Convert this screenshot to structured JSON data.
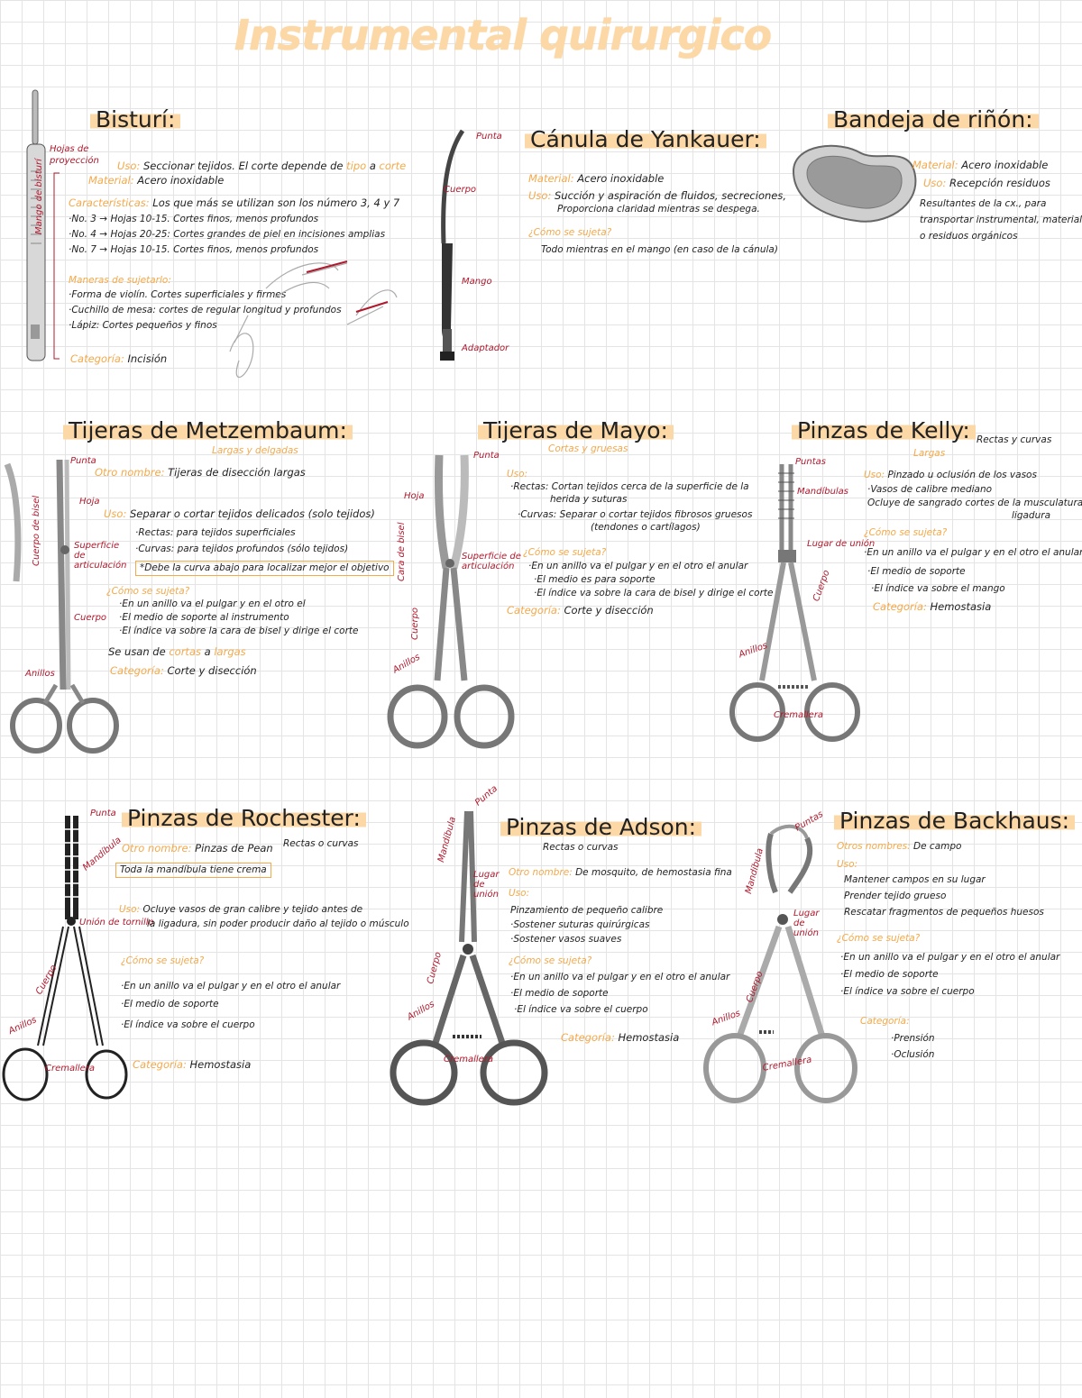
{
  "page_title": "Instrumental quirurgico",
  "colors": {
    "accent": "#fcd8a6",
    "accent_text": "#f4a94a",
    "label_red": "#b0182c",
    "ink": "#222222"
  },
  "bisturi": {
    "title": "Bisturí:",
    "labels": {
      "hojas": "Hojas de",
      "hojas2": "proyección",
      "mango": "Mango de bisturí"
    },
    "uso_label": "Uso:",
    "uso_text": "Seccionar tejidos. El corte depende de",
    "uso_tipo": "tipo",
    "uso_a": " a ",
    "uso_corte": "corte",
    "material_label": "Material:",
    "material_text": "Acero inoxidable",
    "caract_label": "Características:",
    "caract_text": "Los que más se utilizan son los número 3, 4 y 7",
    "bullets": [
      "·No. 3 → Hojas 10-15. Cortes finos, menos profundos",
      "·No. 4 → Hojas 20-25: Cortes grandes de piel en incisiones amplias",
      "·No. 7 → Hojas 10-15. Cortes finos, menos profundos"
    ],
    "sujeta_label": "Maneras de sujetarlo:",
    "sujeta": [
      "·Forma de violín. Cortes superficiales y firmes",
      "·Cuchillo de mesa: cortes de regular longitud y profundos",
      "·Lápiz: Cortes pequeños y finos"
    ],
    "cat_label": "Categoría:",
    "cat_value": "Incisión"
  },
  "yankauer": {
    "title": "Cánula de Yankauer:",
    "labels": {
      "punta": "Punta",
      "cuerpo": "Cuerpo",
      "mango": "Mango",
      "adaptador": "Adaptador"
    },
    "material_label": "Material:",
    "material_text": "Acero inoxidable",
    "uso_label": "Uso:",
    "uso_text": "Succión y aspiración de fluidos, secreciones,",
    "uso_text2": "Proporciona claridad mientras se despega.",
    "como_label": "¿Cómo se sujeta?",
    "como_text": "Todo mientras en el mango (en caso de la cánula)"
  },
  "rinon": {
    "title": "Bandeja de riñón:",
    "material_label": "Material:",
    "material_text": "Acero inoxidable",
    "uso_label": "Uso:",
    "uso_lines": [
      "Recepción residuos",
      "Resultantes de la cx., para",
      "transportar instrumental, material",
      "o residuos orgánicos"
    ]
  },
  "metzembaum": {
    "title": "Tijeras de Metzembaum:",
    "subtitle": "Largas y delgadas",
    "labels": {
      "punta": "Punta",
      "hoja": "Hoja",
      "cuerpo": "Cuerpo de bisel",
      "superficie": "Superficie de articulación",
      "cuerpo2": "Cuerpo",
      "anillos": "Anillos"
    },
    "otro_label": "Otro nombre:",
    "otro_text": "Tijeras de disección largas",
    "uso_label": "Uso:",
    "uso_text": "Separar o cortar tejidos delicados (solo tejidos)",
    "bullets": [
      "·Rectas: para tejidos superficiales",
      "·Curvas: para tejidos profundos (sólo tejidos)"
    ],
    "boxed": "*Debe la curva abajo para localizar mejor el objetivo",
    "como_label": "¿Cómo se sujeta?",
    "como": [
      "·En un anillo va el pulgar y en el otro el",
      "·El medio de soporte al instrumento",
      "·El índice va sobre la cara de bisel y dirige el corte"
    ],
    "extra_pre": "Se usan de ",
    "extra_a": "cortas",
    "extra_mid": " a ",
    "extra_b": "largas",
    "cat_label": "Categoría:",
    "cat_value": "Corte y disección"
  },
  "mayo": {
    "title": "Tijeras de Mayo:",
    "subtitle": "Cortas y gruesas",
    "labels": {
      "punta": "Punta",
      "hoja": "Hoja",
      "superficie": "Superficie de articulación",
      "cara": "Cara de bisel",
      "cuerpo": "Cuerpo",
      "anillos": "Anillos"
    },
    "uso_label": "Uso:",
    "uso": [
      "·Rectas: Cortan tejidos cerca de la superficie de la",
      "herida y suturas",
      "·Curvas: Separar o cortar tejidos fibrosos gruesos",
      "(tendones o cartílagos)"
    ],
    "como_label": "¿Cómo se sujeta?",
    "como": [
      "·En un anillo va el pulgar y en el otro el anular",
      "·El medio es para soporte",
      "·El índice va sobre la cara de bisel y dirige el corte"
    ],
    "cat_label": "Categoría:",
    "cat_value": "Corte y disección"
  },
  "kelly": {
    "title": "Pinzas de Kelly:",
    "side": "Rectas y curvas",
    "subtitle": "Largas",
    "labels": {
      "puntas": "Puntas",
      "mandibulas": "Mandíbulas",
      "lugar": "Lugar de unión",
      "cuerpo": "Cuerpo",
      "anillos": "Anillos",
      "cremallera": "Cremallera"
    },
    "uso_label": "Uso:",
    "uso": [
      "Pinzado u oclusión de los vasos",
      "·Vasos de calibre mediano",
      "Ocluye de sangrado cortes de la musculatura o",
      "ligadura"
    ],
    "como_label": "¿Cómo se sujeta?",
    "como": [
      "·En un anillo va el pulgar y en el otro el anular",
      "·El medio de soporte",
      "·El índice va sobre el mango"
    ],
    "cat_label": "Categoría:",
    "cat_value": "Hemostasia"
  },
  "rochester": {
    "title": "Pinzas de Rochester:",
    "side": "Rectas o curvas",
    "labels": {
      "punta": "Punta",
      "mandibula": "Mandíbula",
      "union": "Unión de tornillo",
      "cuerpo": "Cuerpo",
      "anillos": "Anillos",
      "cremallera": "Cremallera"
    },
    "otro_label": "Otro nombre:",
    "otro_text": "Pinzas de Pean",
    "boxed": "Toda la mandíbula tiene crema",
    "uso_label": "Uso:",
    "uso": [
      "Ocluye vasos de gran calibre y tejido antes de",
      "la ligadura, sin poder producir daño al tejido o músculo"
    ],
    "como_label": "¿Cómo se sujeta?",
    "como": [
      "·En un anillo va el pulgar y en el otro el anular",
      "·El medio de soporte",
      "·El índice va sobre el cuerpo"
    ],
    "cat_label": "Categoría:",
    "cat_value": "Hemostasia"
  },
  "adson": {
    "title": "Pinzas de Adson:",
    "side": "Rectas o curvas",
    "labels": {
      "punta": "Punta",
      "mandibula": "Mandíbula",
      "union": "Lugar de unión",
      "cuerpo": "Cuerpo",
      "anillos": "Anillos",
      "cremallera": "Cremallera"
    },
    "otro_label": "Otro nombre:",
    "otro_text": "De mosquito, de hemostasia fina",
    "uso_label": "Uso:",
    "uso": [
      "Pinzamiento de pequeño calibre",
      "·Sostener suturas quirúrgicas",
      "·Sostener vasos suaves"
    ],
    "como_label": "¿Cómo se sujeta?",
    "como": [
      "·En un anillo va el pulgar y en el otro el anular",
      "·El medio de soporte",
      "·El índice va sobre el cuerpo"
    ],
    "cat_label": "Categoría:",
    "cat_value": "Hemostasia"
  },
  "backhaus": {
    "title": "Pinzas de Backhaus:",
    "labels": {
      "puntas": "Puntas",
      "mandibula": "Mandíbula",
      "lugar": "Lugar de unión",
      "cuerpo": "Cuerpo",
      "anillos": "Anillos",
      "cremallera": "Cremallera"
    },
    "otro_label": "Otros nombres:",
    "otro_text": "De campo",
    "uso_label": "Uso:",
    "uso": [
      "Mantener campos en su lugar",
      "Prender tejido grueso",
      "Rescatar fragmentos de pequeños huesos"
    ],
    "como_label": "¿Cómo se sujeta?",
    "como": [
      "·En un anillo va el pulgar y en el otro el anular",
      "·El medio de soporte",
      "·El índice va sobre el cuerpo"
    ],
    "cat_label": "Categoría:",
    "cat_values": [
      "·Prensión",
      "·Oclusión"
    ]
  }
}
